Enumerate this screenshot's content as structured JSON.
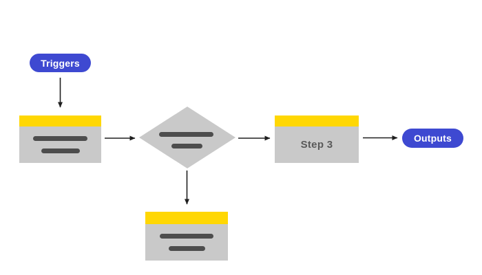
{
  "colors": {
    "accent_blue": "#3e49d1",
    "band_yellow": "#ffd703",
    "node_gray": "#c9c9c9",
    "placeholder_dark": "#4d4d4d",
    "label_gray": "#595959",
    "arrow_black": "#1f1f1f",
    "background": "#ffffff"
  },
  "flowchart": {
    "nodes": [
      {
        "id": "triggers",
        "kind": "start-pill",
        "label": "Triggers"
      },
      {
        "id": "step-1",
        "kind": "process-box-skeleton",
        "label": "",
        "placeholder_lines": 2
      },
      {
        "id": "decision",
        "kind": "decision-diamond-skeleton",
        "label": "",
        "placeholder_lines": 2
      },
      {
        "id": "step-3",
        "kind": "process-box",
        "label": "Step 3"
      },
      {
        "id": "outputs",
        "kind": "end-pill",
        "label": "Outputs"
      },
      {
        "id": "branch-step",
        "kind": "process-box-skeleton",
        "label": "",
        "placeholder_lines": 2
      }
    ],
    "edges": [
      {
        "from": "triggers",
        "to": "step-1",
        "direction": "down"
      },
      {
        "from": "step-1",
        "to": "decision",
        "direction": "right"
      },
      {
        "from": "decision",
        "to": "step-3",
        "direction": "right"
      },
      {
        "from": "step-3",
        "to": "outputs",
        "direction": "right"
      },
      {
        "from": "decision",
        "to": "branch-step",
        "direction": "down"
      }
    ]
  }
}
